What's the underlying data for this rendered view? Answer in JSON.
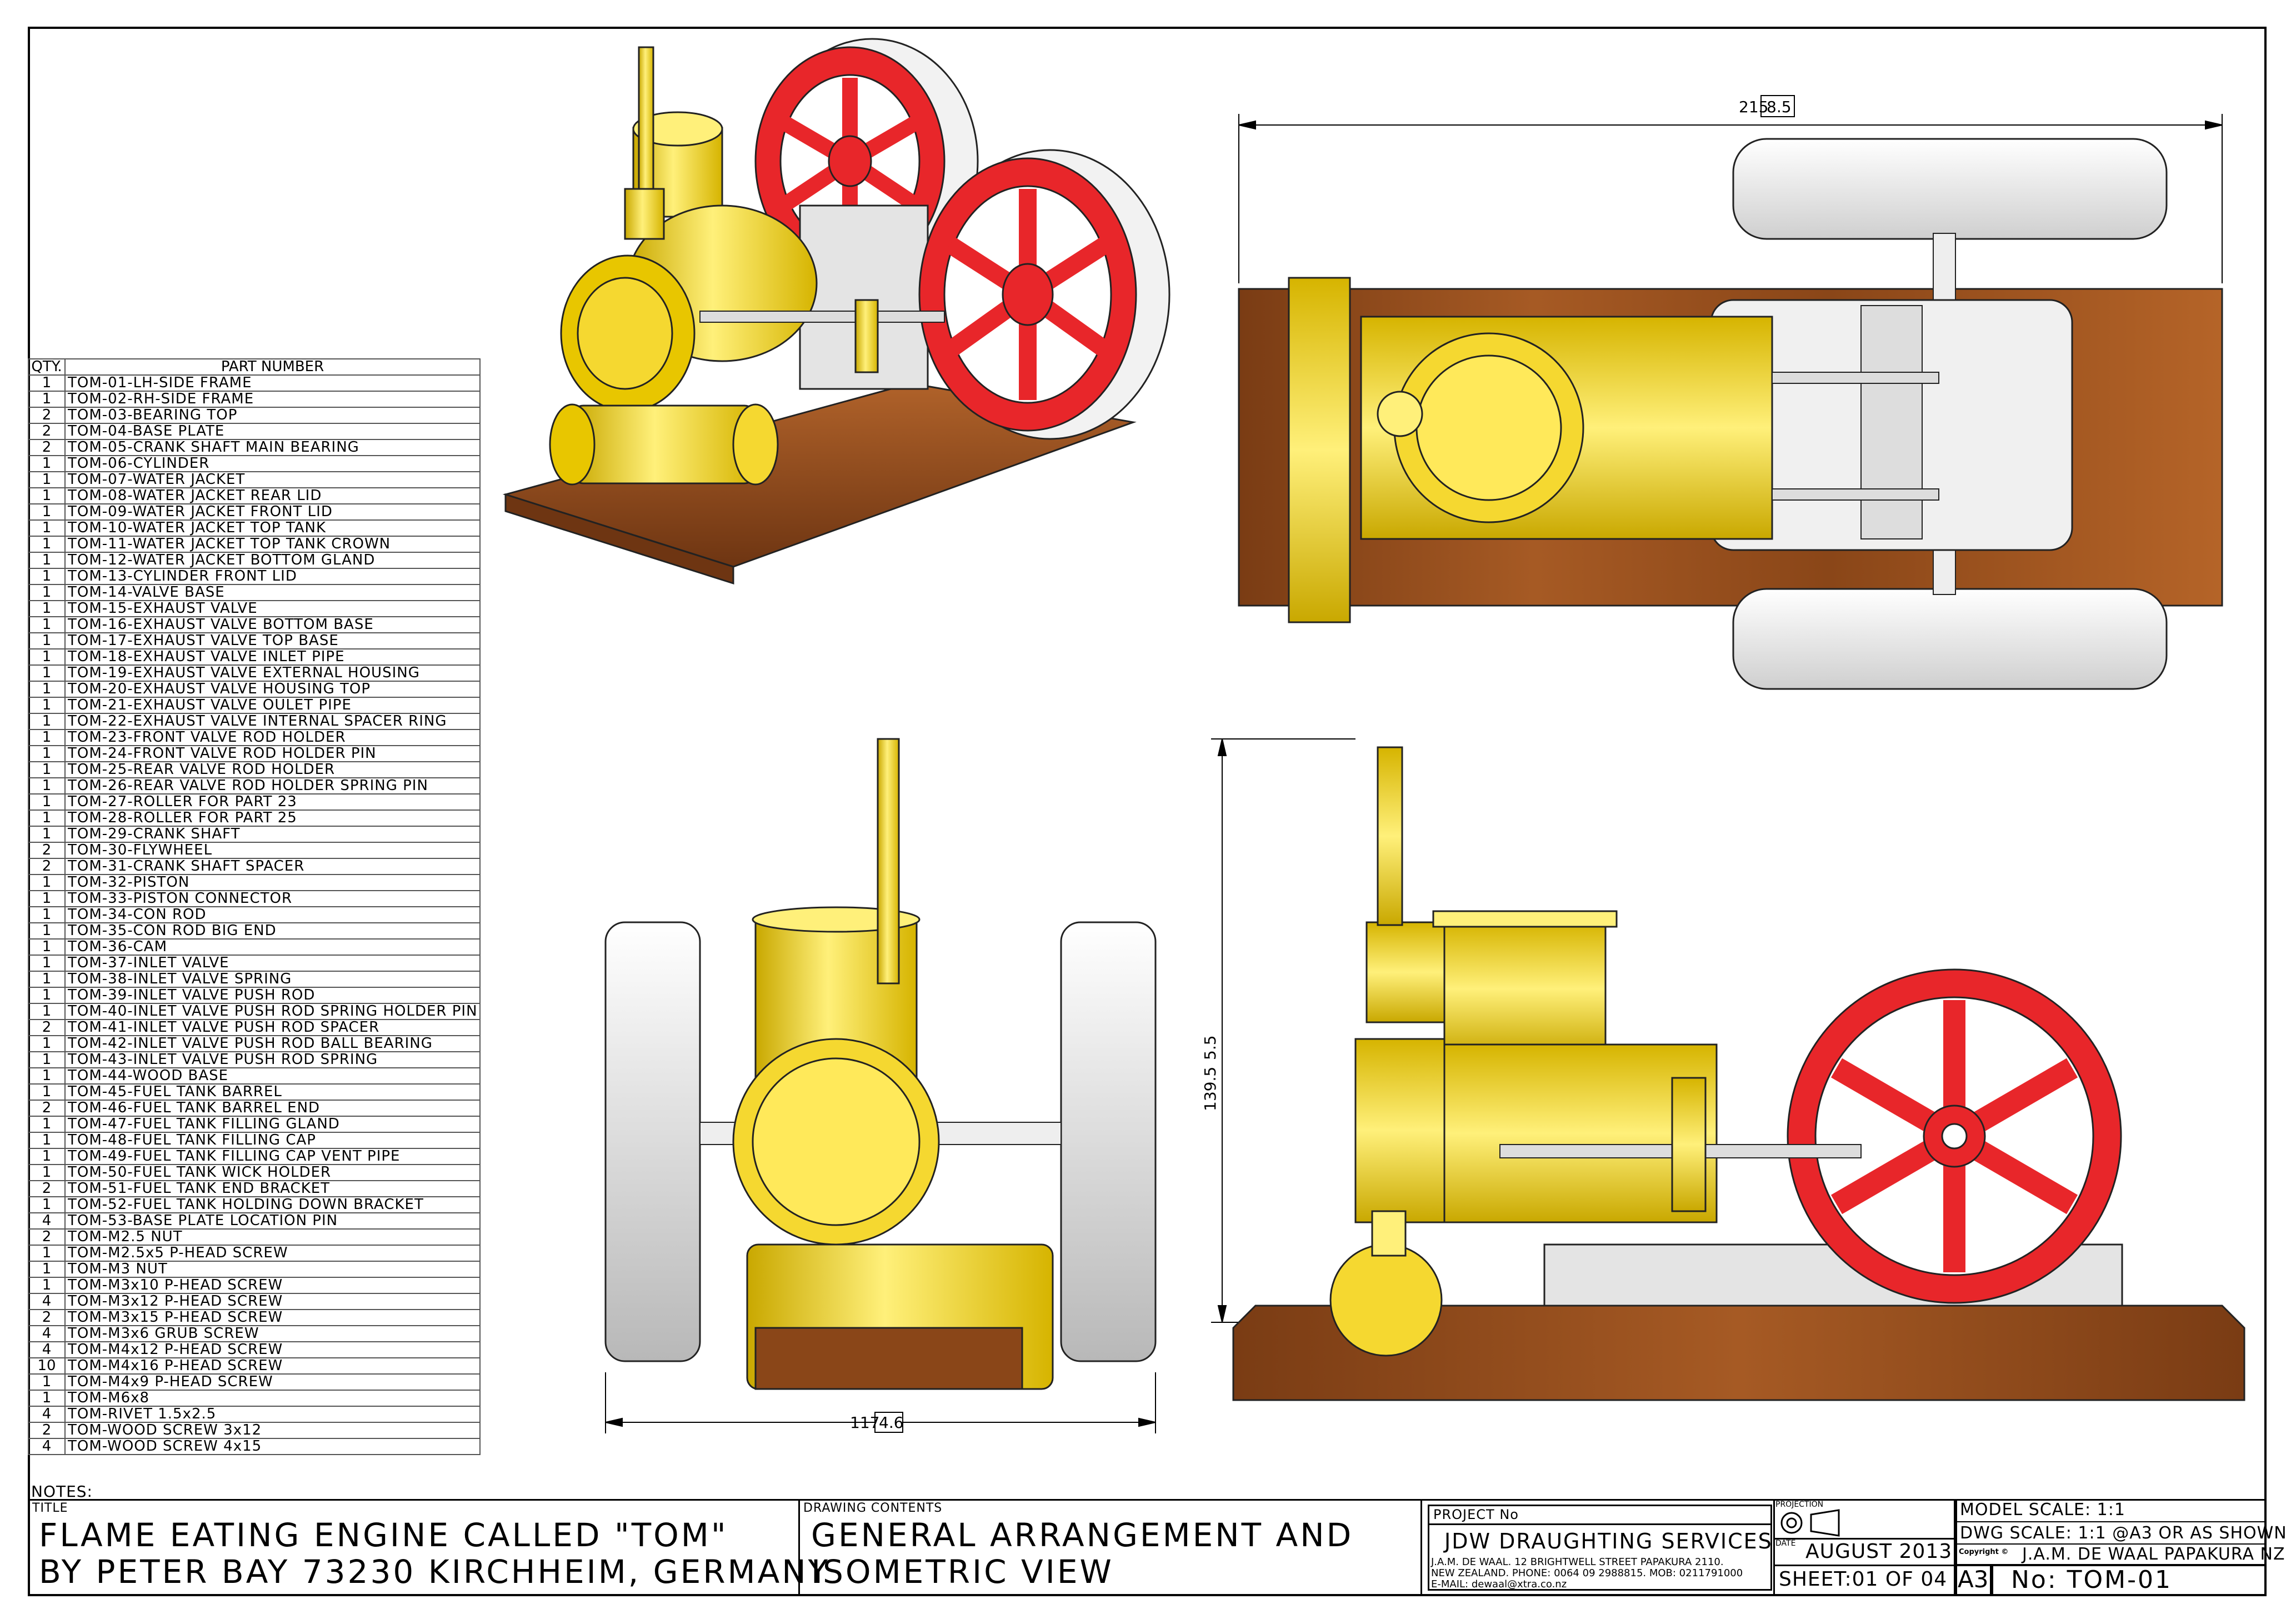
{
  "parts_list": {
    "header": {
      "qty": "QTY.",
      "part": "PART NUMBER"
    },
    "rows": [
      {
        "qty": "1",
        "part": "TOM-01-LH-SIDE FRAME"
      },
      {
        "qty": "1",
        "part": "TOM-02-RH-SIDE FRAME"
      },
      {
        "qty": "2",
        "part": "TOM-03-BEARING TOP"
      },
      {
        "qty": "2",
        "part": "TOM-04-BASE PLATE"
      },
      {
        "qty": "2",
        "part": "TOM-05-CRANK SHAFT MAIN BEARING"
      },
      {
        "qty": "1",
        "part": "TOM-06-CYLINDER"
      },
      {
        "qty": "1",
        "part": "TOM-07-WATER JACKET"
      },
      {
        "qty": "1",
        "part": "TOM-08-WATER JACKET REAR LID"
      },
      {
        "qty": "1",
        "part": "TOM-09-WATER JACKET FRONT LID"
      },
      {
        "qty": "1",
        "part": "TOM-10-WATER JACKET TOP TANK"
      },
      {
        "qty": "1",
        "part": "TOM-11-WATER JACKET TOP TANK CROWN"
      },
      {
        "qty": "1",
        "part": "TOM-12-WATER JACKET BOTTOM GLAND"
      },
      {
        "qty": "1",
        "part": "TOM-13-CYLINDER FRONT LID"
      },
      {
        "qty": "1",
        "part": "TOM-14-VALVE BASE"
      },
      {
        "qty": "1",
        "part": "TOM-15-EXHAUST VALVE"
      },
      {
        "qty": "1",
        "part": "TOM-16-EXHAUST VALVE BOTTOM BASE"
      },
      {
        "qty": "1",
        "part": "TOM-17-EXHAUST VALVE TOP BASE"
      },
      {
        "qty": "1",
        "part": "TOM-18-EXHAUST VALVE INLET PIPE"
      },
      {
        "qty": "1",
        "part": "TOM-19-EXHAUST VALVE EXTERNAL HOUSING"
      },
      {
        "qty": "1",
        "part": "TOM-20-EXHAUST VALVE HOUSING TOP"
      },
      {
        "qty": "1",
        "part": "TOM-21-EXHAUST VALVE OULET PIPE"
      },
      {
        "qty": "1",
        "part": "TOM-22-EXHAUST VALVE  INTERNAL SPACER RING"
      },
      {
        "qty": "1",
        "part": "TOM-23-FRONT VALVE ROD HOLDER"
      },
      {
        "qty": "1",
        "part": "TOM-24-FRONT VALVE ROD HOLDER PIN"
      },
      {
        "qty": "1",
        "part": "TOM-25-REAR VALVE ROD HOLDER"
      },
      {
        "qty": "1",
        "part": "TOM-26-REAR VALVE ROD HOLDER SPRING PIN"
      },
      {
        "qty": "1",
        "part": "TOM-27-ROLLER FOR PART 23"
      },
      {
        "qty": "1",
        "part": "TOM-28-ROLLER FOR PART 25"
      },
      {
        "qty": "1",
        "part": "TOM-29-CRANK SHAFT"
      },
      {
        "qty": "2",
        "part": "TOM-30-FLYWHEEL"
      },
      {
        "qty": "2",
        "part": "TOM-31-CRANK SHAFT SPACER"
      },
      {
        "qty": "1",
        "part": "TOM-32-PISTON"
      },
      {
        "qty": "1",
        "part": "TOM-33-PISTON CONNECTOR"
      },
      {
        "qty": "1",
        "part": "TOM-34-CON ROD"
      },
      {
        "qty": "1",
        "part": "TOM-35-CON ROD BIG END"
      },
      {
        "qty": "1",
        "part": "TOM-36-CAM"
      },
      {
        "qty": "1",
        "part": "TOM-37-INLET VALVE"
      },
      {
        "qty": "1",
        "part": "TOM-38-INLET VALVE SPRING"
      },
      {
        "qty": "1",
        "part": "TOM-39-INLET VALVE PUSH ROD"
      },
      {
        "qty": "1",
        "part": "TOM-40-INLET VALVE PUSH ROD SPRING HOLDER PIN"
      },
      {
        "qty": "2",
        "part": "TOM-41-INLET VALVE PUSH ROD  SPACER"
      },
      {
        "qty": "1",
        "part": "TOM-42-INLET VALVE PUSH ROD BALL BEARING"
      },
      {
        "qty": "1",
        "part": "TOM-43-INLET VALVE PUSH ROD SPRING"
      },
      {
        "qty": "1",
        "part": "TOM-44-WOOD BASE"
      },
      {
        "qty": "1",
        "part": "TOM-45-FUEL TANK BARREL"
      },
      {
        "qty": "2",
        "part": "TOM-46-FUEL TANK BARREL END"
      },
      {
        "qty": "1",
        "part": "TOM-47-FUEL TANK FILLING GLAND"
      },
      {
        "qty": "1",
        "part": "TOM-48-FUEL TANK FILLING CAP"
      },
      {
        "qty": "1",
        "part": "TOM-49-FUEL TANK FILLING CAP VENT PIPE"
      },
      {
        "qty": "1",
        "part": "TOM-50-FUEL TANK WICK HOLDER"
      },
      {
        "qty": "2",
        "part": "TOM-51-FUEL TANK END BRACKET"
      },
      {
        "qty": "1",
        "part": "TOM-52-FUEL TANK HOLDING DOWN BRACKET"
      },
      {
        "qty": "4",
        "part": "TOM-53-BASE PLATE LOCATION PIN"
      },
      {
        "qty": "2",
        "part": "TOM-M2.5 NUT"
      },
      {
        "qty": "1",
        "part": "TOM-M2.5x5 P-HEAD SCREW"
      },
      {
        "qty": "1",
        "part": "TOM-M3 NUT"
      },
      {
        "qty": "1",
        "part": "TOM-M3x10 P-HEAD SCREW"
      },
      {
        "qty": "4",
        "part": "TOM-M3x12 P-HEAD SCREW"
      },
      {
        "qty": "2",
        "part": "TOM-M3x15 P-HEAD SCREW"
      },
      {
        "qty": "4",
        "part": "TOM-M3x6 GRUB SCREW"
      },
      {
        "qty": "4",
        "part": "TOM-M4x12 P-HEAD SCREW"
      },
      {
        "qty": "10",
        "part": "TOM-M4x16 P-HEAD SCREW"
      },
      {
        "qty": "1",
        "part": "TOM-M4x9 P-HEAD SCREW"
      },
      {
        "qty": "1",
        "part": "TOM-M6x8"
      },
      {
        "qty": "4",
        "part": "TOM-RIVET 1.5x2.5"
      },
      {
        "qty": "2",
        "part": "TOM-WOOD SCREW 3x12"
      },
      {
        "qty": "4",
        "part": "TOM-WOOD SCREW 4x15"
      }
    ]
  },
  "notes_label": "NOTES:",
  "dimensions": {
    "top_width_mm": "215",
    "top_width_in": "8.5",
    "height_mm": "139.5",
    "height_in": "5.5",
    "front_width_mm": "117",
    "front_width_in": "4.6"
  },
  "title_block": {
    "title_label": "TITLE",
    "title_line1": "FLAME EATING ENGINE CALLED \"TOM\"",
    "title_line2": "BY PETER BAY 73230 KIRCHHEIM, GERMANY",
    "contents_label": "DRAWING CONTENTS",
    "contents_line1": "GENERAL ARRANGEMENT AND",
    "contents_line2": "ISOMETRIC VIEW",
    "project_label": "PROJECT No",
    "company": "JDW DRAUGHTING SERVICES",
    "address1": "J.A.M. DE WAAL. 12 BRIGHTWELL STREET PAPAKURA 2110.",
    "address2": "NEW ZEALAND. PHONE: 0064 09 2988815. MOB: 0211791000",
    "address3": "E-MAIL: dewaal@xtra.co.nz",
    "projection_label": "PROJECTION",
    "date_label": "DATE",
    "date": "AUGUST 2013",
    "sheet": "SHEET:01 OF 04",
    "size": "A3",
    "model_scale": "MODEL SCALE: 1:1",
    "dwg_scale": "DWG SCALE: 1:1 @A3 OR AS SHOWN",
    "copyright_label": "Copyright ©",
    "copyright": "J.A.M. DE WAAL PAPAKURA NZ",
    "number": "No: TOM-01"
  },
  "colors": {
    "brass": "#f2dc1c",
    "red": "#e8262a",
    "wood": "#8a4a1c",
    "steel": "#e8e8e8"
  }
}
